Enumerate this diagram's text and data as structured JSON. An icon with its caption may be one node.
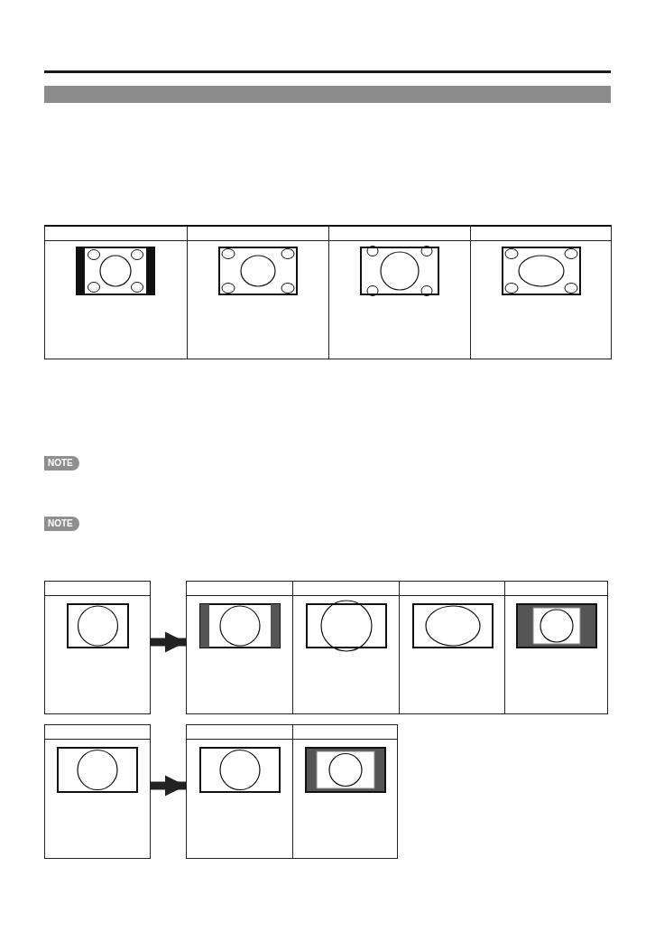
{
  "diagram": {
    "nodes": [
      {
        "text": [],
        "shape": "bar"
      },
      {
        "text": [],
        "shape": "box"
      },
      {
        "text": [],
        "shape": "box"
      },
      {
        "text": [],
        "shape": "box"
      },
      {
        "text": [],
        "shape": "box"
      }
    ],
    "edges": [
      {
        "from": 1,
        "to": 2,
        "arrow": "to"
      },
      {
        "from": 3,
        "to": 4,
        "arrow": "to"
      }
    ],
    "labels": [
      "NOTE",
      "NOTE"
    ]
  }
}
